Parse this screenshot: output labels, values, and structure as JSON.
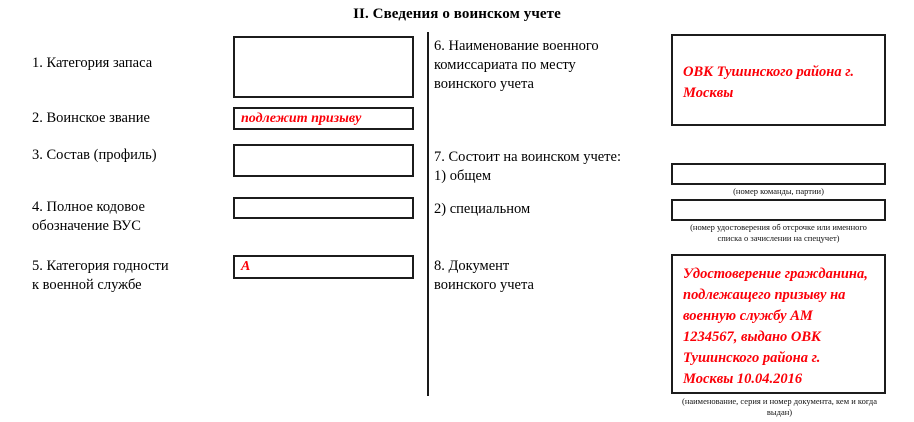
{
  "document": {
    "title": "II. Сведения о воинском учете",
    "ink_color": "#fb0008",
    "line_color": "#1c1c1c"
  },
  "left_column": {
    "items": [
      {
        "number": "1.",
        "label": "1. Категория запаса",
        "value": ""
      },
      {
        "number": "2.",
        "label": "2. Воинское звание",
        "value": "подлежит призыву"
      },
      {
        "number": "3.",
        "label": "3. Состав (профиль)",
        "value": ""
      },
      {
        "number": "4.",
        "label_line1": "4. Полное кодовое",
        "label_line2": "обозначение ВУС",
        "value": ""
      },
      {
        "number": "5.",
        "label_line1": "5. Категория годности",
        "label_line2": "к военной службе",
        "value": "А"
      }
    ]
  },
  "middle_column": {
    "item6": {
      "line1": "6. Наименование военного",
      "line2": "комиссариата по месту",
      "line3": "воинского учета"
    },
    "item7": {
      "heading": "7. Состоит на воинском учете:",
      "sub1": "1) общем",
      "sub2": "2) специальном"
    },
    "item8": {
      "line1": "8. Документ",
      "line2": "воинского учета"
    }
  },
  "right_column": {
    "military_commissariat": {
      "value_line1": "ОВК Тушинского района г.",
      "value_line2": "Москвы"
    },
    "general_registration": {
      "value": "",
      "caption": "(номер команды, партии)"
    },
    "special_registration": {
      "value": "",
      "caption_line1": "(номер удостоверения об отсрочке или именного",
      "caption_line2": "списка о зачислении на спецучет)"
    },
    "military_document": {
      "value_line1": "Удостоверение гражданина,",
      "value_line2": "подлежащего призыву на",
      "value_line3": "военную службу АМ",
      "value_line4": "1234567, выдано ОВК",
      "value_line5": "Тушинского района г.",
      "value_line6": "Москвы 10.04.2016",
      "caption_line1": "(наименование, серия и номер документа, кем и когда",
      "caption_line2": "выдан)"
    }
  }
}
